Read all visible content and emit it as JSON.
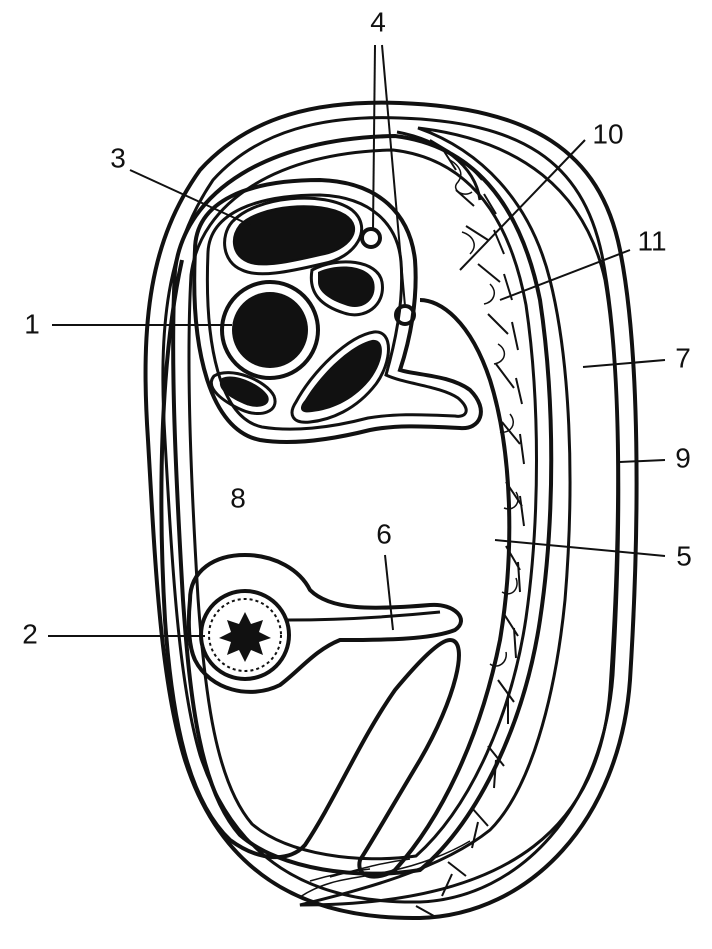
{
  "labels": [
    {
      "id": "1",
      "text": "1"
    },
    {
      "id": "2",
      "text": "2"
    },
    {
      "id": "3",
      "text": "3"
    },
    {
      "id": "4",
      "text": "4"
    },
    {
      "id": "5",
      "text": "5"
    },
    {
      "id": "6",
      "text": "6"
    },
    {
      "id": "7",
      "text": "7"
    },
    {
      "id": "8",
      "text": "8"
    },
    {
      "id": "9",
      "text": "9"
    },
    {
      "id": "10",
      "text": "10"
    },
    {
      "id": "11",
      "text": "11"
    }
  ],
  "colors": {
    "ink": "#111111",
    "background": "#ffffff"
  }
}
